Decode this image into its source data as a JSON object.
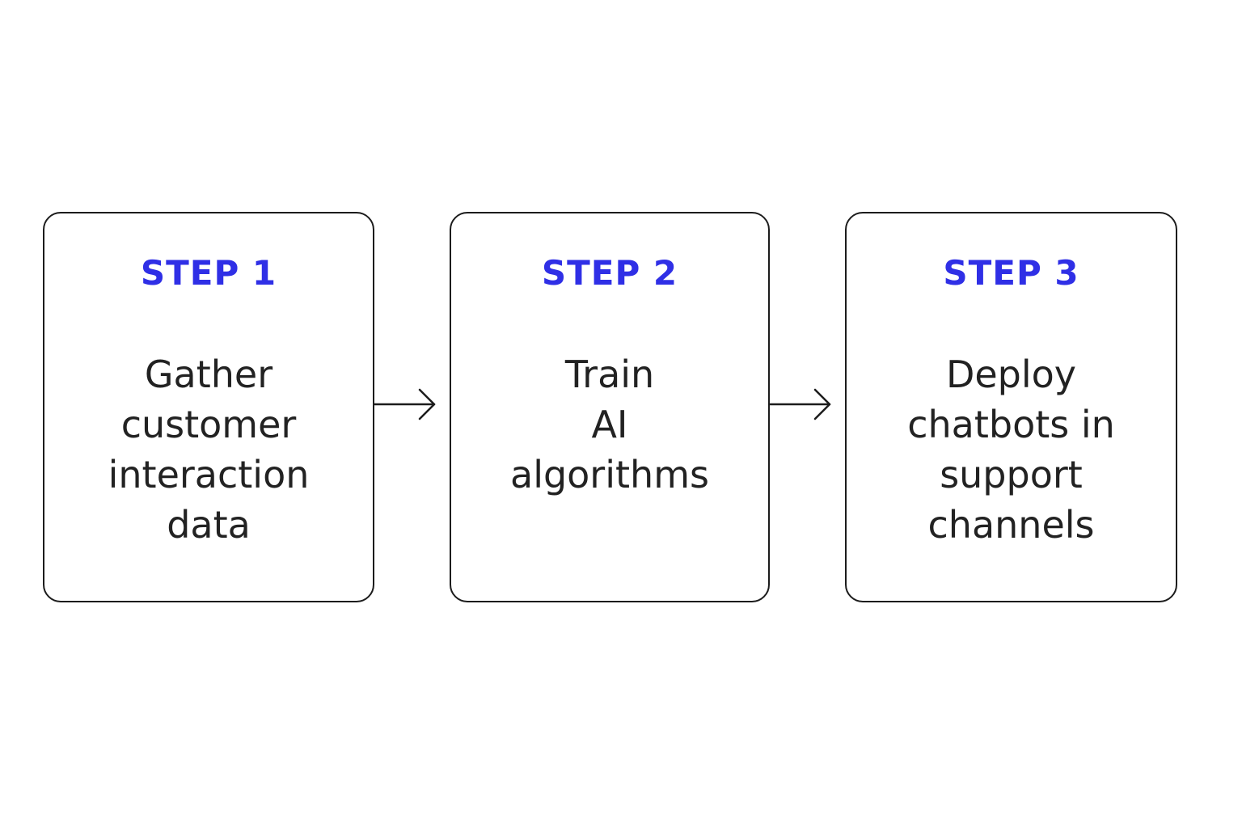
{
  "steps": [
    {
      "label": "STEP 1",
      "lines": [
        "Gather",
        "customer",
        "interaction",
        "data"
      ]
    },
    {
      "label": "STEP 2",
      "lines": [
        "Train",
        "AI",
        "algorithms"
      ]
    },
    {
      "label": "STEP 3",
      "lines": [
        "Deploy",
        "chatbots in",
        "support",
        "channels"
      ]
    }
  ],
  "colors": {
    "step_label": "#2f2fe6",
    "body_text": "#222222",
    "border": "#1c1c1c",
    "arrow": "#1c1c1c"
  },
  "icons": [
    "right-arrow-icon",
    "right-arrow-icon"
  ]
}
